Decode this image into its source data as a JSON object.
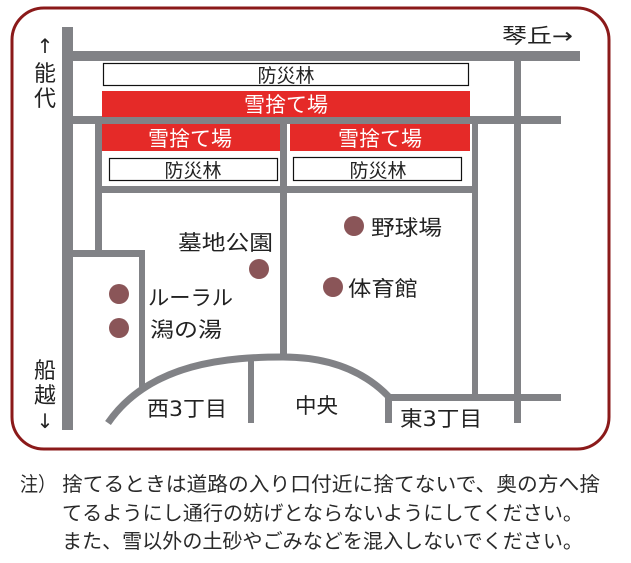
{
  "colors": {
    "road": "#818286",
    "snow_dump": "#e52a28",
    "frame_border": "#8b1a1a",
    "marker": "#8a5558",
    "label_text": "#222222"
  },
  "directions": {
    "noshiro": [
      "↑",
      "能",
      "代"
    ],
    "kotooka": "琴丘→",
    "funakoshi": [
      "船",
      "越",
      "↓"
    ]
  },
  "zones": {
    "top_windbreak": "防災林",
    "top_snow_dump": "雪捨て場",
    "left_snow_dump": "雪捨て場",
    "left_windbreak": "防災林",
    "right_snow_dump": "雪捨て場",
    "right_windbreak": "防災林"
  },
  "facilities": [
    {
      "name": "墓地公園"
    },
    {
      "name": "ルーラル"
    },
    {
      "name": "潟の湯"
    },
    {
      "name": "野球場"
    },
    {
      "name": "体育館"
    }
  ],
  "districts": [
    "西3丁目",
    "中央",
    "東3丁目"
  ],
  "note": {
    "prefix": "注）",
    "lines": [
      "捨てるときは道路の入り口付近に捨てないで、奥の方へ捨",
      "てるようにし通行の妨げとならないようにしてください。",
      "また、雪以外の土砂やごみなどを混入しないでください。"
    ]
  }
}
